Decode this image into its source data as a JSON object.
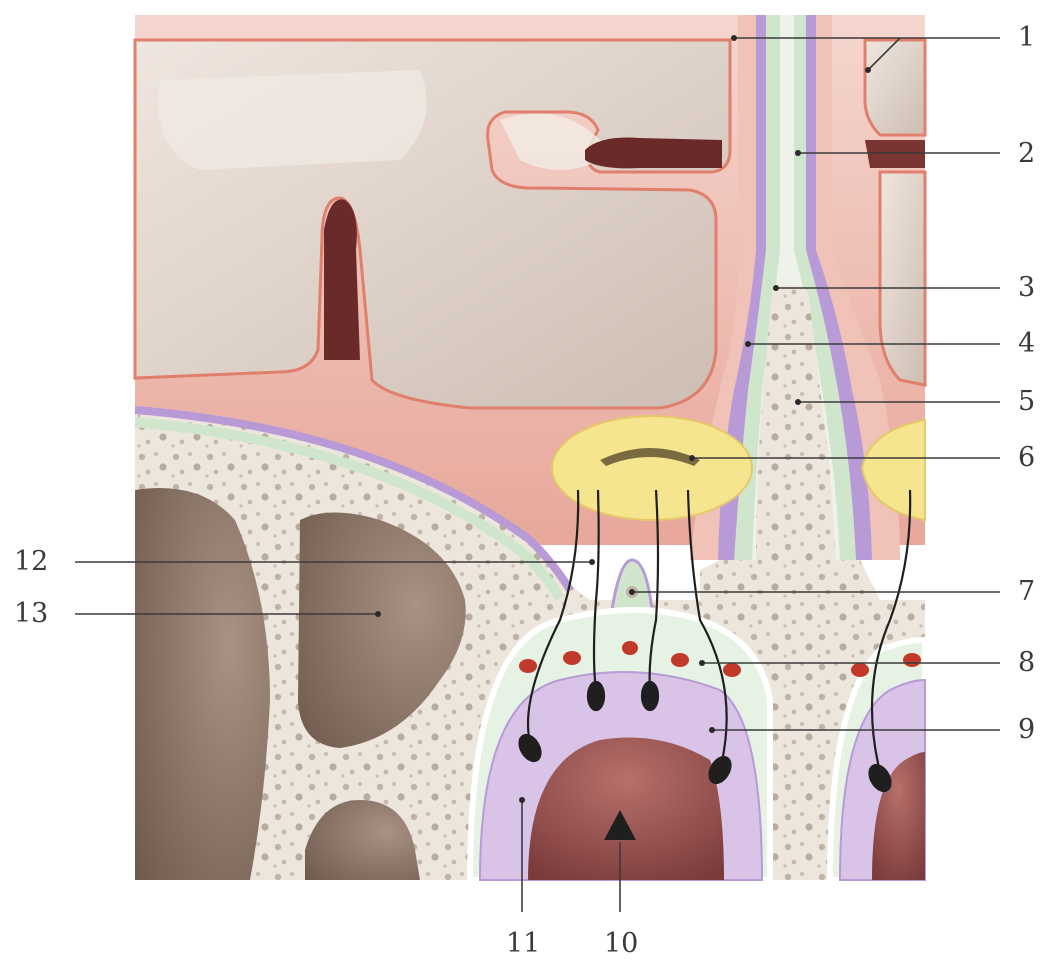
{
  "labels": {
    "l1": "1",
    "l2": "2",
    "l3": "3",
    "l4": "4",
    "l5": "5",
    "l6": "6",
    "l7": "7",
    "l8": "8",
    "l9": "9",
    "l10": "10",
    "l11": "11",
    "l12": "12",
    "l13": "13"
  },
  "colors": {
    "background": "#ffffff",
    "meninges": "#e9aaa0",
    "subarachnoid": "#f4cfc6",
    "brain_tissue": "#d9cbc2",
    "brain_highlight": "#ece3dc",
    "sulcus": "#6b2a2a",
    "dura": "#b79ad6",
    "periosteum": "#cfe6cc",
    "bone": "#ece6dc",
    "bone_pores": "#bdb2a6",
    "sinus": "#8c7465",
    "olfactory_bulb": "#f6e58f",
    "epithelium": "#d9c3e6",
    "nasal_cavity": "#a25a5a",
    "vessel": "#c0392b"
  }
}
